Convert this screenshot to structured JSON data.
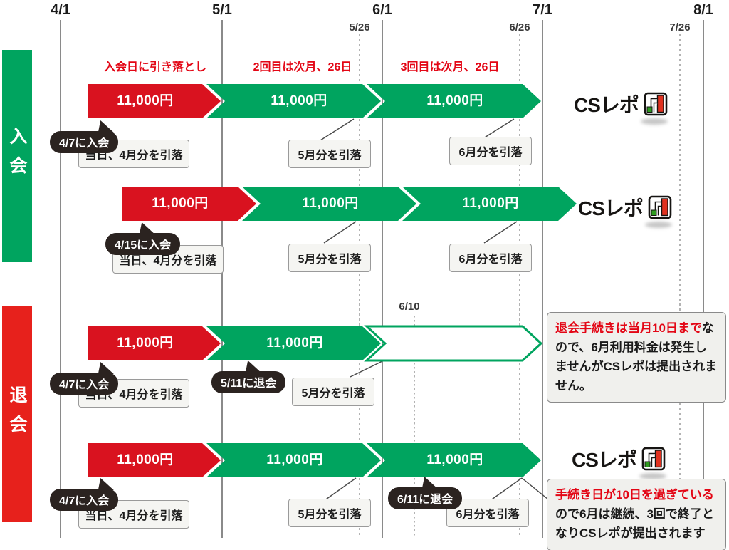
{
  "header": {
    "month_ticks": [
      "4/1",
      "5/1",
      "6/1",
      "7/1",
      "8/1"
    ],
    "day_ticks": [
      "5/26",
      "6/26",
      "7/26"
    ],
    "leave_deadline_tick": "6/10",
    "red_annotations": [
      "入会日に引き落とし",
      "2回目は次月、26日",
      "3回目は次月、26日"
    ]
  },
  "sections": [
    {
      "label": "入会"
    },
    {
      "label": "退会"
    }
  ],
  "logo_text": "CSレポ",
  "colors": {
    "arrow_red": "#d9121f",
    "arrow_green": "#00a45f",
    "sidebar_green": "#00a45f",
    "sidebar_red": "#e7211c",
    "annotation_red": "#e30615",
    "bubble_black": "#2b2320"
  },
  "rows": [
    {
      "join_bubble": "4/7に入会",
      "amounts": [
        "11,000円",
        "11,000円",
        "11,000円"
      ],
      "boxes": {
        "first": "当日、4月分を引落",
        "may": "5月分を引落",
        "june": "6月分を引落"
      }
    },
    {
      "join_bubble": "4/15に入会",
      "amounts": [
        "11,000円",
        "11,000円",
        "11,000円"
      ],
      "boxes": {
        "first": "当日、4月分を引落",
        "may": "5月分を引落",
        "june": "6月分を引落"
      }
    },
    {
      "join_bubble": "4/7に入会",
      "leave_bubble": "5/11に退会",
      "amounts": [
        "11,000円",
        "11,000円",
        ""
      ],
      "boxes": {
        "first": "当日、4月分を引落",
        "may": "5月分を引落"
      },
      "note": {
        "red": "退会手続きは当月10日まで",
        "black": "なので、6月利用料金は発生しませんがCSレポは提出されません。"
      }
    },
    {
      "join_bubble": "4/7に入会",
      "leave_bubble": "6/11に退会",
      "amounts": [
        "11,000円",
        "11,000円",
        "11,000円"
      ],
      "boxes": {
        "first": "当日、4月分を引落",
        "may": "5月分を引落",
        "june": "6月分を引落"
      },
      "note": {
        "red": "手続き日が10日を過ぎている",
        "black": "ので6月は継続、3回で終了となりCSレポが提出されます"
      }
    }
  ]
}
